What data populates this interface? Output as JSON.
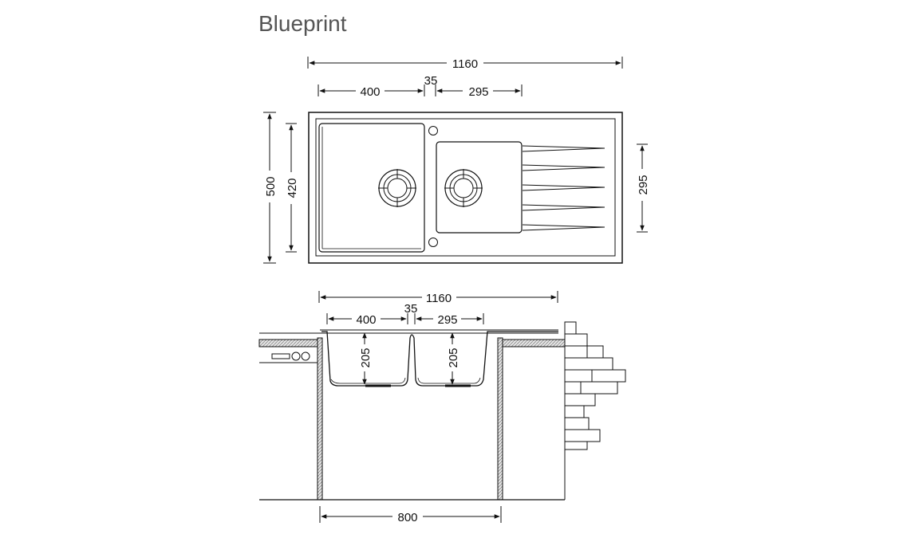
{
  "page": {
    "title": "Blueprint"
  },
  "top_view": {
    "overall_width": "1160",
    "left_bowl_width": "400",
    "gap_width": "35",
    "right_bowl_width": "295",
    "overall_depth": "500",
    "bowl_depth": "420",
    "right_bowl_depth": "295"
  },
  "side_view": {
    "overall_width": "1160",
    "left_bowl_width": "400",
    "gap_width": "35",
    "right_bowl_width": "295",
    "left_bowl_height": "205",
    "right_bowl_height": "205",
    "cabinet_width": "800"
  }
}
